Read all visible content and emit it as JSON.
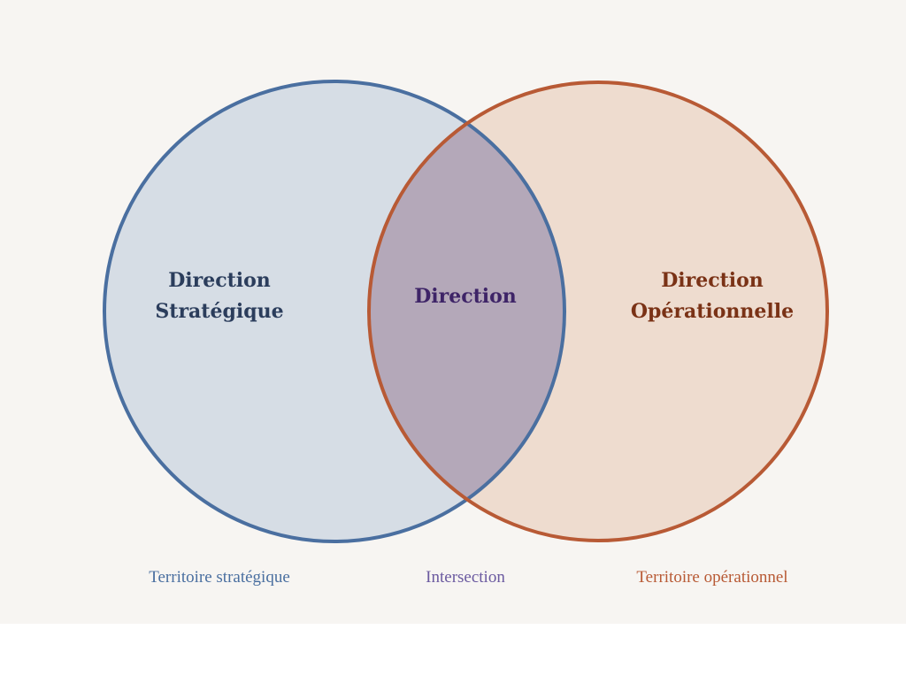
{
  "diagram": {
    "left": {
      "title_line1": "Direction",
      "title_line2": "Stratégique",
      "caption": "Territoire stratégique",
      "stroke": "#4a6fa0",
      "fill": "#d6dde5",
      "label_color": "#2b3d5c",
      "caption_color": "#4a6fa0"
    },
    "right": {
      "title_line1": "Direction",
      "title_line2": "Opérationnelle",
      "caption": "Territoire opérationnel",
      "stroke": "#b85a35",
      "fill": "#eedccf",
      "label_color": "#7a3216",
      "caption_color": "#b85a35"
    },
    "intersection": {
      "title": "Direction",
      "caption": "Intersection",
      "fill": "#b4a8b9",
      "label_color": "#3e2467",
      "caption_color": "#6b5aa0"
    }
  }
}
